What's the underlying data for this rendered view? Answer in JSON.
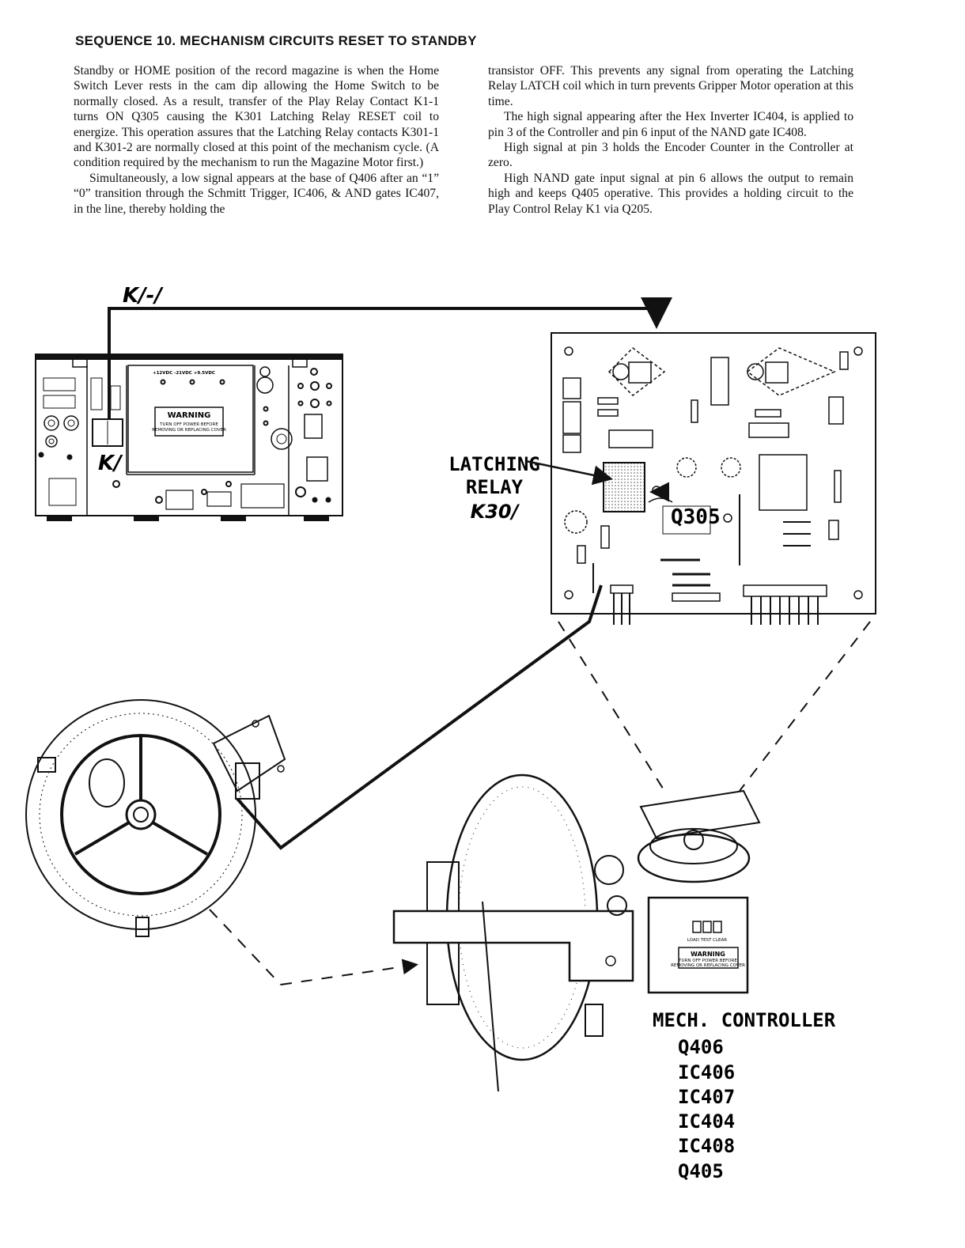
{
  "heading": "SEQUENCE 10.  MECHANISM CIRCUITS RESET TO STANDBY",
  "left_paragraphs": [
    "Standby or HOME position of the record magazine is when the Home Switch Lever rests in the cam dip allowing the Home Switch to be normally closed. As a result, transfer of the Play Relay Contact K1-1 turns ON Q305 causing the K301 Latching Relay RESET coil to energize. This operation assures that the Latching Relay contacts K301-1 and K301-2 are normally closed at this point of the mechanism cycle. (A condition required by the mechanism to run the Magazine Motor first.)",
    "Simultaneously, a low signal appears at the base of Q406 after an “1” “0” transition through the Schmitt Trigger, IC406, & AND gates IC407, in the line, thereby holding the"
  ],
  "right_paragraphs": [
    "transistor OFF. This prevents any signal from operating the Latching Relay LATCH coil which in turn prevents Gripper Motor operation at this time.",
    "The high signal appearing after the Hex Inverter IC404, is applied to pin 3 of the Controller and pin 6 input of the NAND gate IC408.",
    "High signal at pin 3 holds the Encoder Counter in the Controller at zero.",
    "High NAND gate input signal at pin 6 allows the output to remain high and keeps Q405 operative. This provides a holding circuit to the Play Control Relay K1 via Q205."
  ],
  "figure": {
    "callouts": {
      "k1_1": "K/-/",
      "k1": "K/",
      "latching_relay_line1": "LATCHING",
      "latching_relay_line2": "RELAY",
      "k301": "K30/",
      "q305": "Q305"
    },
    "amp_panel": {
      "warning_title": "WARNING",
      "warning_line1": "TURN OFF POWER BEFORE",
      "warning_line2": "REMOVING OR REPLACING COVER",
      "voltage_header": "+12VDC  -21VDC  +9.5VDC"
    },
    "controller_panel": {
      "warning_title": "WARNING",
      "warning_line1": "TURN OFF POWER BEFORE",
      "warning_line2": "REMOVING OR REPLACING COVER",
      "load_test": "LOAD TEST CLEAR"
    },
    "controller_list": [
      "MECH. CONTROLLER",
      "Q406",
      "IC406",
      "IC407",
      "IC404",
      "IC408",
      "Q405"
    ]
  }
}
